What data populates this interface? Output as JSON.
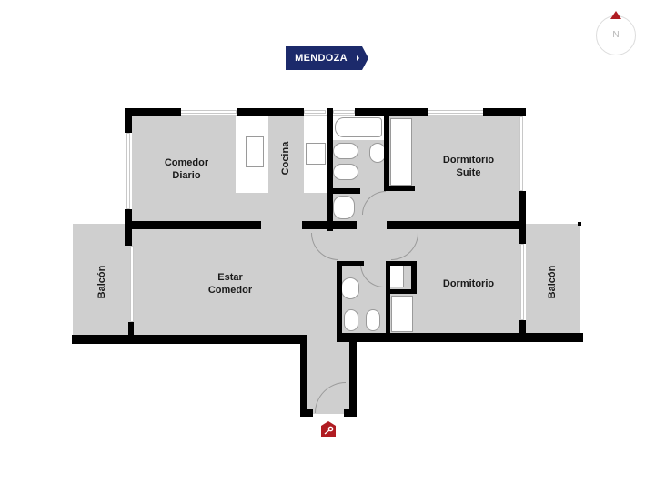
{
  "header": {
    "building_badge": "MENDOZA",
    "badge_color": "#1c2a6b"
  },
  "compass": {
    "label": "N",
    "pointer_color": "#b01c22"
  },
  "rooms": {
    "comedor_diario": {
      "line1": "Comedor",
      "line2": "Diario"
    },
    "cocina": "Cocina",
    "dormitorio_suite": {
      "line1": "Dormitorio",
      "line2": "Suite"
    },
    "estar_comedor": {
      "line1": "Estar",
      "line2": "Comedor"
    },
    "dormitorio": "Dormitorio",
    "balcon_left": "Balcón",
    "balcon_right": "Balcón"
  },
  "entrance": {
    "icon": "key-house-icon",
    "color": "#b01c22"
  },
  "colors": {
    "floor": "#cfcfcf",
    "wall": "#000000",
    "background": "#ffffff"
  }
}
